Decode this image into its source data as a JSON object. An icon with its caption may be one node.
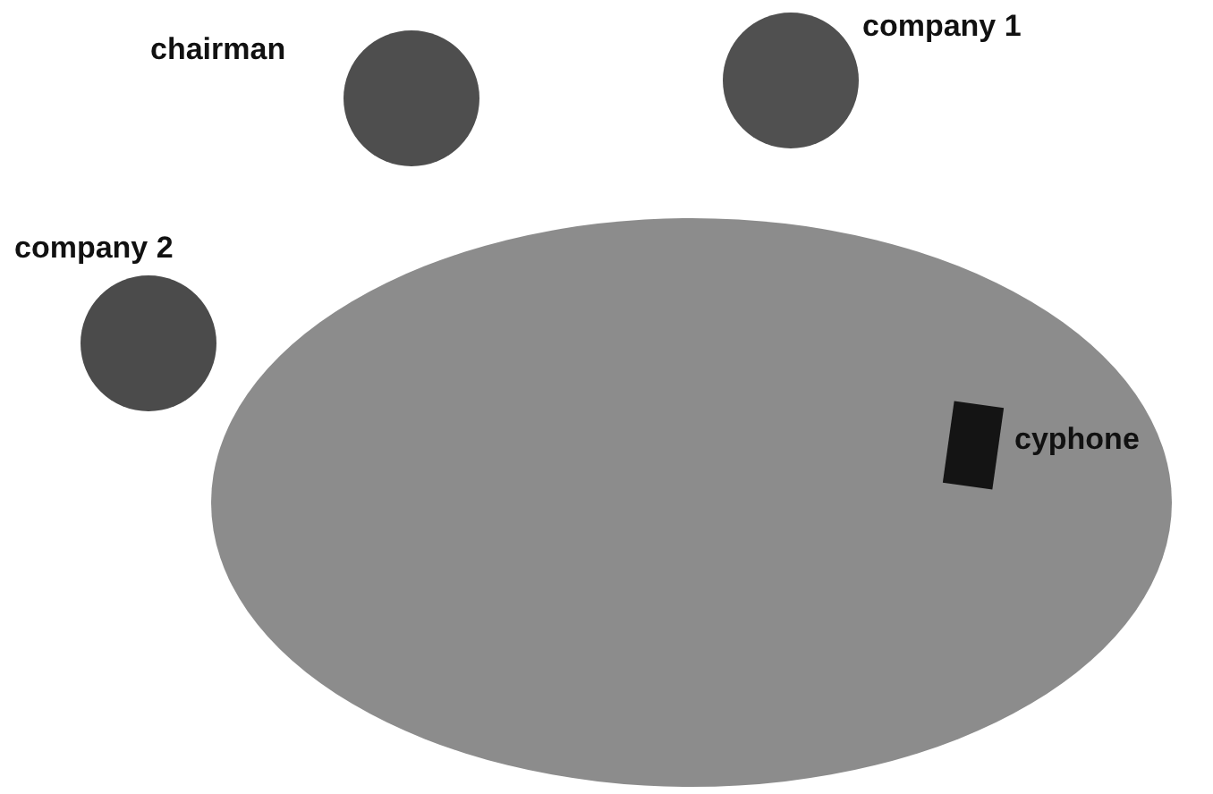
{
  "diagram": {
    "nodes": [
      {
        "text": [],
        "shape": "circle",
        "beside": [
          "chairman"
        ]
      },
      {
        "text": [],
        "shape": "circle",
        "beside": [
          "company 1"
        ]
      },
      {
        "text": [],
        "shape": "circle",
        "beside": [
          "company 2"
        ]
      },
      {
        "text": [],
        "shape": "ellipse"
      },
      {
        "text": [],
        "shape": "box",
        "in": 3,
        "beside": [
          "cyphone"
        ]
      }
    ]
  }
}
